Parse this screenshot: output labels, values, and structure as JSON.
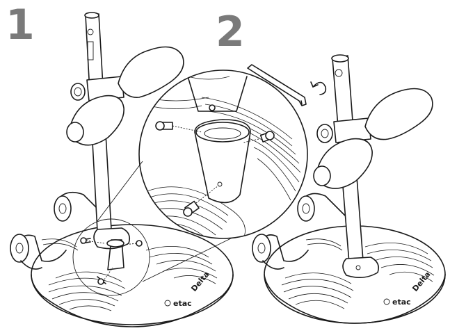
{
  "steps": [
    {
      "number": "1"
    },
    {
      "number": "2"
    }
  ],
  "base_logos": [
    {
      "brand": "etac",
      "model": "Delta"
    },
    {
      "brand": "etac",
      "model": "Delta"
    }
  ],
  "colors": {
    "line": "#1a1a1a",
    "step_number": "#7a7a7a",
    "background": "#ffffff"
  },
  "icons": [
    "hex-key-icon",
    "rotate-arrow-icon",
    "screw-icon"
  ]
}
